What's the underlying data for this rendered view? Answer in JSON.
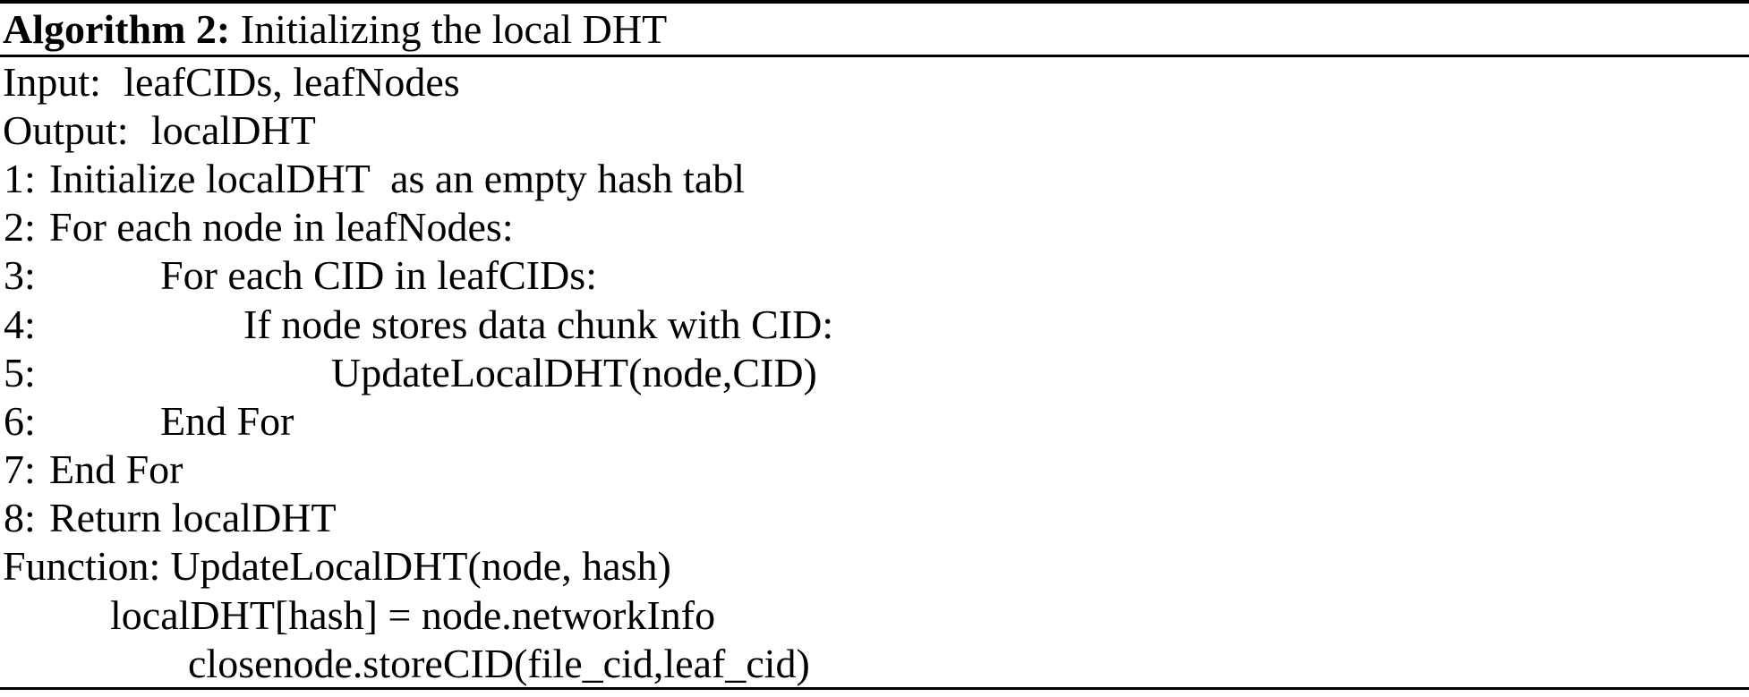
{
  "page": {
    "background_color": "#ffffff",
    "text_color": "#000000"
  },
  "algorithm": {
    "caption": {
      "label": "Algorithm 2:",
      "title": "Initializing the local DHT"
    },
    "io": {
      "input_label": "Input:",
      "input_value": "leafCIDs, leafNodes",
      "output_label": "Output:",
      "output_value": "localDHT"
    },
    "steps": [
      {
        "num": "1:",
        "text": "Initialize localDHT  as an empty hash tabl"
      },
      {
        "num": "2:",
        "text": "For each node in leafNodes:"
      },
      {
        "num": "3:",
        "text": "For each CID in leafCIDs:"
      },
      {
        "num": "4:",
        "text": "If node stores data chunk with CID:"
      },
      {
        "num": "5:",
        "text": "UpdateLocalDHT(node,CID)"
      },
      {
        "num": "6:",
        "text": "End For"
      },
      {
        "num": "7:",
        "text": "End For"
      },
      {
        "num": "8:",
        "text": "Return localDHT"
      }
    ],
    "function": {
      "label": "Function:",
      "signature": "UpdateLocalDHT(node, hash)",
      "body": [
        {
          "text": "localDHT[hash] = node.networkInfo"
        },
        {
          "text": "closenode.storeCID(file_cid,leaf_cid)"
        }
      ]
    }
  }
}
